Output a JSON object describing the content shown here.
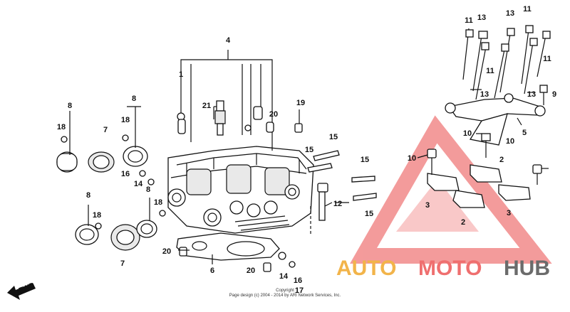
{
  "diagram": {
    "callouts": {
      "c4": "4",
      "c21": "21",
      "c20a": "20",
      "c19": "19",
      "c15a": "15",
      "c15b": "15",
      "c15c": "15",
      "c15d": "15",
      "c12": "12",
      "c8a": "8",
      "c8b": "8",
      "c8c": "8",
      "c8d": "8",
      "c18a": "18",
      "c18b": "18",
      "c18c": "18",
      "c18d": "18",
      "c7a": "7",
      "c7b": "7",
      "c16a": "16",
      "c14a": "14",
      "c20b": "20",
      "c20c": "20",
      "c6": "6",
      "c14b": "14",
      "c16b": "16",
      "c17": "17",
      "c11a": "11",
      "c13a": "13",
      "c13b": "13",
      "c11b": "11",
      "c11c": "11",
      "c11d": "11",
      "c13c": "13",
      "c13d": "13",
      "c9": "9",
      "c10a": "10",
      "c10b": "10",
      "c10c": "10",
      "c5": "5",
      "c2a": "2",
      "c2b": "2",
      "c3a": "3",
      "c3b": "3",
      "c1": "1"
    },
    "fwd_label": "FWD",
    "footer_line1": "Copyright",
    "footer_line2": "Page design (c) 2004 - 2014 by ARI Network Services, Inc."
  },
  "watermark": {
    "auto": "AUTO",
    "moto": "MOTO",
    "hub": "HUB",
    "colors": {
      "auto": "#f2b44a",
      "moto": "#ef6f6f",
      "hub": "#6b6b6b",
      "triangle": "#f07a7a"
    }
  }
}
